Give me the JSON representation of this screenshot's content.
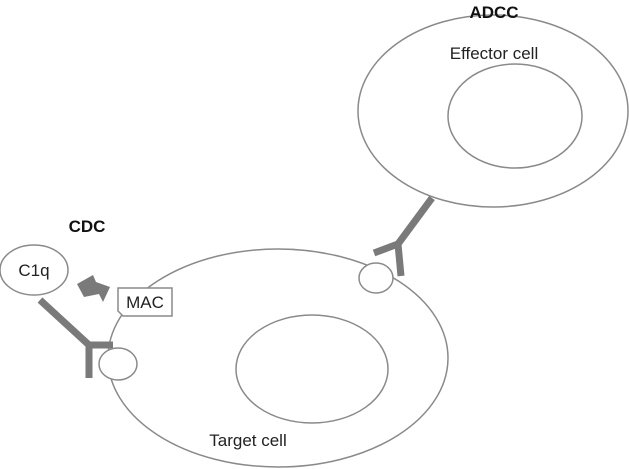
{
  "labels": {
    "adcc": "ADCC",
    "effector_cell": "Effector cell",
    "cdc": "CDC",
    "c1q": "C1q",
    "mac": "MAC",
    "target_cell": "Target cell"
  },
  "colors": {
    "outline": "#8a8a8a",
    "antibody": "#7a7a7a",
    "text": "#222222"
  }
}
